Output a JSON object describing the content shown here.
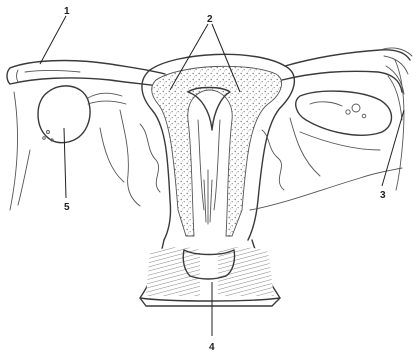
{
  "labels": [
    {
      "id": "1",
      "text": "1"
    },
    {
      "id": "2",
      "text": "2"
    },
    {
      "id": "3",
      "text": "3"
    },
    {
      "id": "4",
      "text": "4"
    },
    {
      "id": "5",
      "text": "5"
    }
  ],
  "colors": {
    "ink": "#3a3a3a",
    "stipple": "#8a8a8a",
    "paper": "#ffffff"
  }
}
